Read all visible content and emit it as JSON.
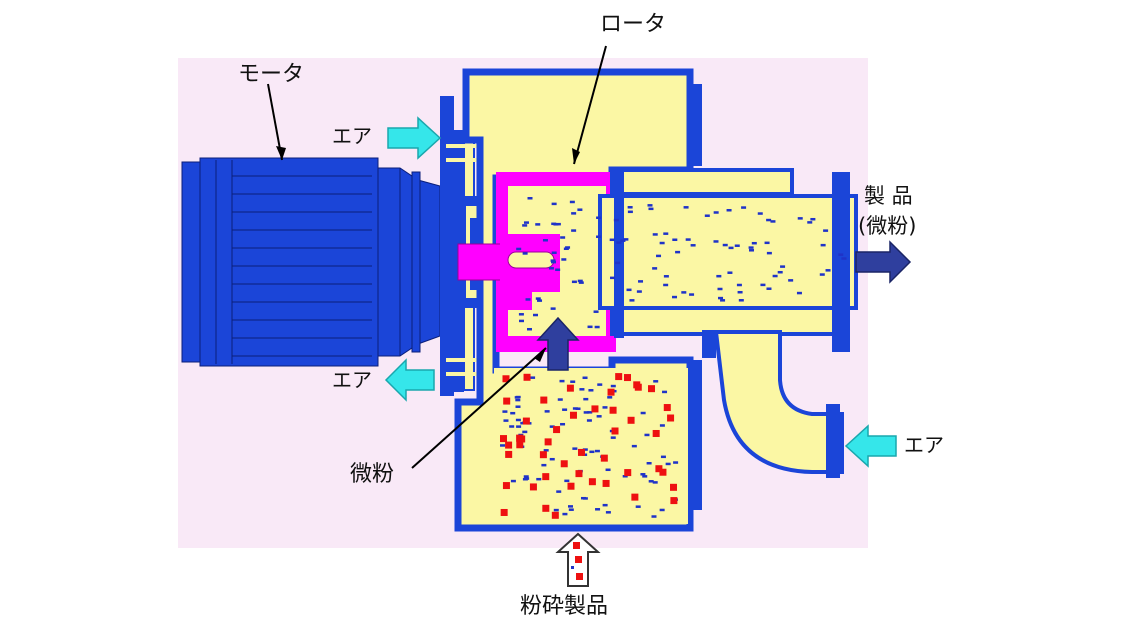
{
  "labels": {
    "rotor": "ロータ",
    "motor": "モータ",
    "air_in_top": "エア",
    "air_out": "エア",
    "air_in_right": "エア",
    "product_line1": "製 品",
    "product_line2": "(微粉)",
    "fine_powder": "微粉",
    "feed": "粉砕製品"
  },
  "colors": {
    "background_panel": "#f9e9f7",
    "machine_blue": "#1b45d8",
    "fill_yellow": "#fbf7a4",
    "rotor_magenta": "#ff00ff",
    "arrow_cyan": "#35e6ea",
    "arrow_navy": "#2f3f9e",
    "particle_blue": "#1f33c8",
    "particle_red": "#ee1010"
  },
  "icons": {
    "air_arrow": "cyan-block-arrow",
    "product_arrow": "navy-block-arrow",
    "feed_arrow": "hollow-up-arrow"
  }
}
